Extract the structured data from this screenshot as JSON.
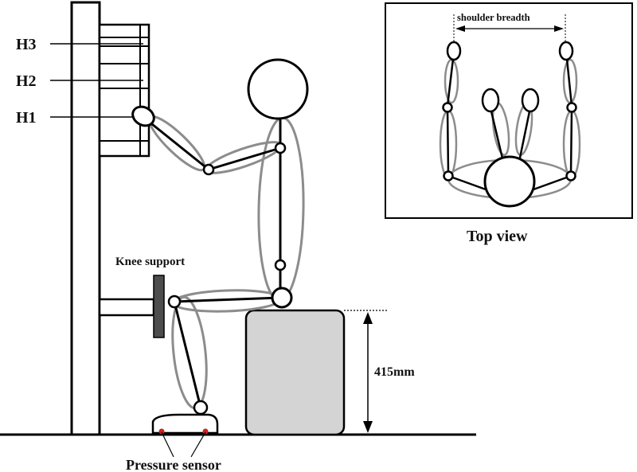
{
  "labels": {
    "h3": "H3",
    "h2": "H2",
    "h1": "H1",
    "knee_support": "Knee support",
    "seat_height": "415mm",
    "pressure_sensor": "Pressure sensor",
    "top_view": "Top view",
    "shoulder_breadth": "shoulder breadth"
  },
  "colors": {
    "stroke": "#000000",
    "segment_outline": "#8c8c8c",
    "seat_fill": "#d4d4d4",
    "knee_pad": "#4d4d4d",
    "sensor": "#cc2222"
  }
}
